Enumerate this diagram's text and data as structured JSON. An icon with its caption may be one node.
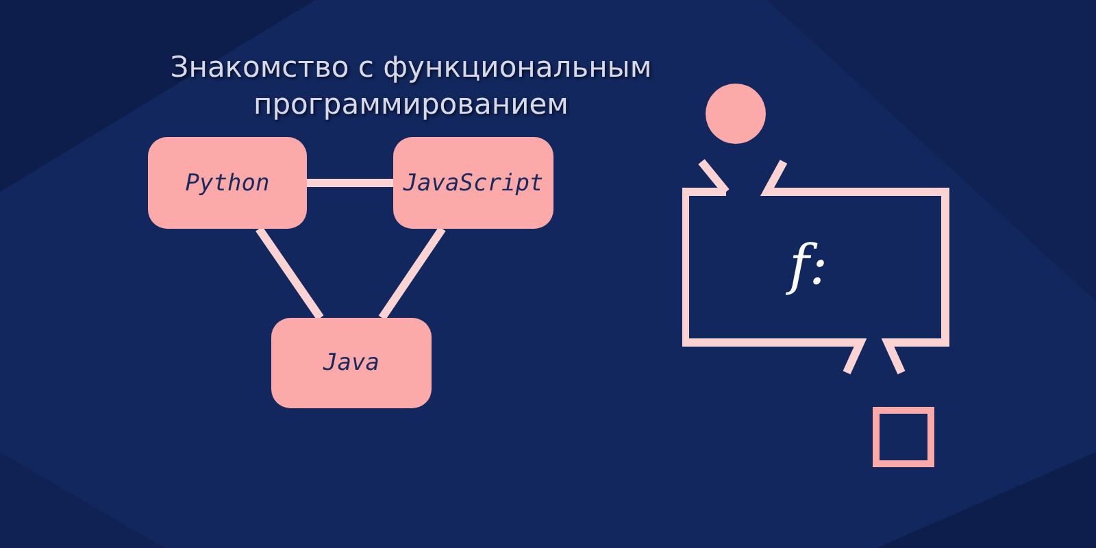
{
  "diagram": {
    "title": "Знакомство с функциональным программированием",
    "nodes": [
      {
        "text": [
          "Python"
        ]
      },
      {
        "text": [
          "JavaScript"
        ]
      },
      {
        "text": [
          "Java"
        ]
      },
      {
        "text": [],
        "shape": "circle"
      },
      {
        "text": [
          "f:"
        ]
      },
      {
        "text": [],
        "shape": "box"
      }
    ],
    "edges": [
      {
        "from": 0,
        "to": 1,
        "arrow": "none"
      },
      {
        "from": 1,
        "to": 2,
        "arrow": "none"
      },
      {
        "from": 0,
        "to": 2,
        "arrow": "none"
      }
    ]
  }
}
